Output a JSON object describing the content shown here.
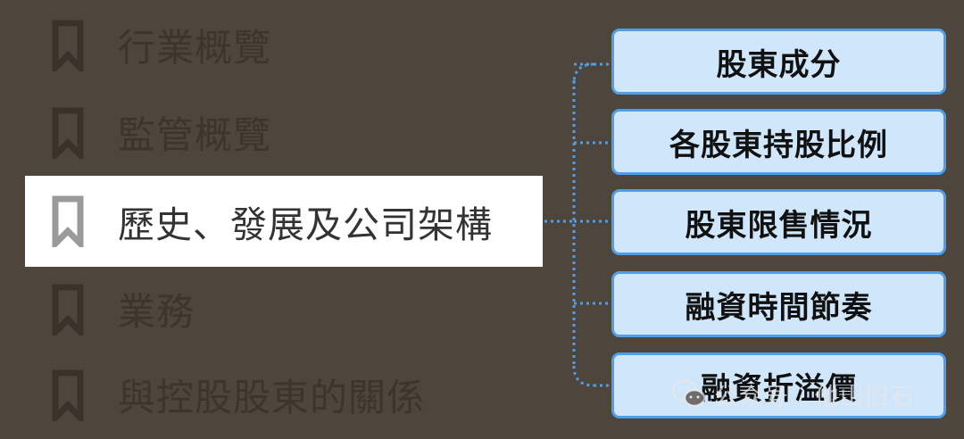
{
  "menu": {
    "items": [
      {
        "label": "行業概覽",
        "active": false
      },
      {
        "label": "監管概覽",
        "active": false
      },
      {
        "label": "歷史、發展及公司架構",
        "active": true
      },
      {
        "label": "業務",
        "active": false
      },
      {
        "label": "與控股股東的關係",
        "active": false
      }
    ]
  },
  "branches": {
    "items": [
      {
        "label": "股東成分"
      },
      {
        "label": "各股東持股比例"
      },
      {
        "label": "股東限售情況"
      },
      {
        "label": "融資時間節奏"
      },
      {
        "label": "融資折溢價"
      }
    ]
  },
  "watermark": {
    "text": "公众号 · 他山旧石",
    "icon": "wechat-icon"
  },
  "colors": {
    "background": "#4e453c",
    "dim_text": "#3d352d",
    "box_fill": "#cfe6fb",
    "box_border": "#4f9fe8",
    "connector": "#4f9fe8"
  }
}
